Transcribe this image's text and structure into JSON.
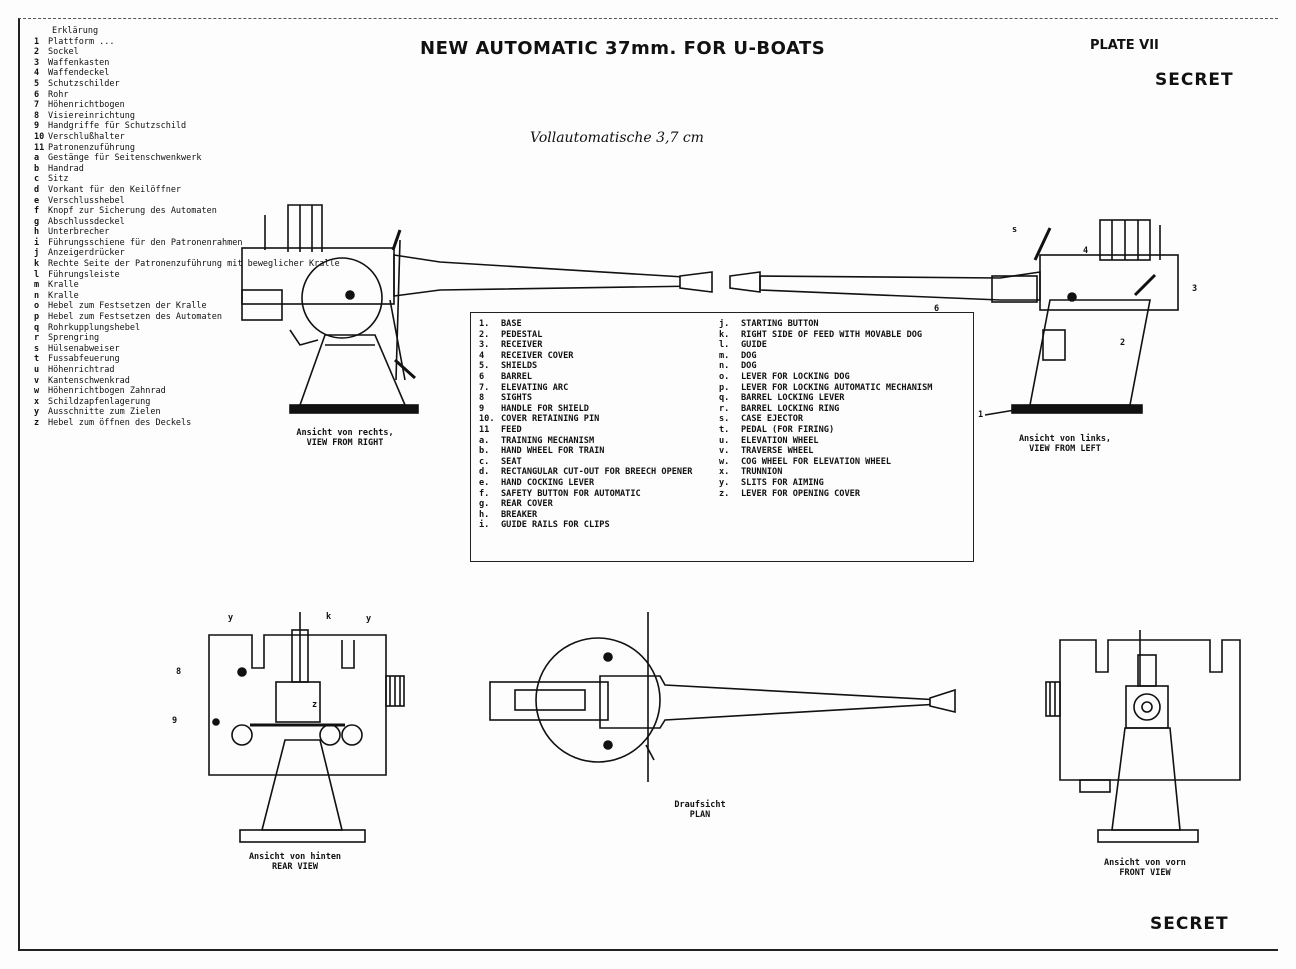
{
  "title": "NEW AUTOMATIC 37mm. FOR U-BOATS",
  "plate": "PLATE VII",
  "secret_top": "SECRET",
  "secret_bottom": "SECRET",
  "subtitle": "Vollautomatische 3,7 cm",
  "german_legend": {
    "header": "Erklärung",
    "items": [
      {
        "key": "1",
        "text": "Plattform ..."
      },
      {
        "key": "2",
        "text": "Sockel"
      },
      {
        "key": "3",
        "text": "Waffenkasten"
      },
      {
        "key": "4",
        "text": "Waffendeckel"
      },
      {
        "key": "5",
        "text": "Schutzschilder"
      },
      {
        "key": "6",
        "text": "Rohr"
      },
      {
        "key": "7",
        "text": "Höhenrichtbogen"
      },
      {
        "key": "8",
        "text": "Visiereinrichtung"
      },
      {
        "key": "9",
        "text": "Handgriffe für Schutzschild"
      },
      {
        "key": "10",
        "text": "Verschlußhalter"
      },
      {
        "key": "11",
        "text": "Patronenzuführung"
      },
      {
        "key": "a",
        "text": "Gestänge für Seitenschwenkwerk"
      },
      {
        "key": "b",
        "text": "Handrad"
      },
      {
        "key": "c",
        "text": "Sitz"
      },
      {
        "key": "d",
        "text": "Vorkant für den Keilöffner"
      },
      {
        "key": "e",
        "text": "Verschlusshebel"
      },
      {
        "key": "f",
        "text": "Knopf zur Sicherung des Automaten"
      },
      {
        "key": "g",
        "text": "Abschlussdeckel"
      },
      {
        "key": "h",
        "text": "Unterbrecher"
      },
      {
        "key": "i",
        "text": "Führungsschiene für den Patronenrahmen"
      },
      {
        "key": "j",
        "text": "Anzeigerdrücker"
      },
      {
        "key": "k",
        "text": "Rechte Seite der Patronenzuführung mit beweglicher Kralle"
      },
      {
        "key": "l",
        "text": "Führungsleiste"
      },
      {
        "key": "m",
        "text": "Kralle"
      },
      {
        "key": "n",
        "text": "Kralle"
      },
      {
        "key": "o",
        "text": "Hebel zum Festsetzen der Kralle"
      },
      {
        "key": "p",
        "text": "Hebel zum Festsetzen des Automaten"
      },
      {
        "key": "q",
        "text": "Rohrkupplungshebel"
      },
      {
        "key": "r",
        "text": "Sprengring"
      },
      {
        "key": "s",
        "text": "Hülsenabweiser"
      },
      {
        "key": "t",
        "text": "Fussabfeuerung"
      },
      {
        "key": "u",
        "text": "Höhenrichtrad"
      },
      {
        "key": "v",
        "text": "Kantenschwenkrad"
      },
      {
        "key": "w",
        "text": "Höhenrichtbogen Zahnrad"
      },
      {
        "key": "x",
        "text": "Schildzapfenlagerung"
      },
      {
        "key": "y",
        "text": "Ausschnitte zum Zielen"
      },
      {
        "key": "z",
        "text": "Hebel zum öffnen des Deckels"
      }
    ]
  },
  "english_legend": {
    "col1": [
      {
        "key": "1.",
        "text": "BASE"
      },
      {
        "key": "2.",
        "text": "PEDESTAL"
      },
      {
        "key": "3.",
        "text": "RECEIVER"
      },
      {
        "key": "4",
        "text": "RECEIVER COVER"
      },
      {
        "key": "5.",
        "text": "SHIELDS"
      },
      {
        "key": "6",
        "text": "BARREL"
      },
      {
        "key": "7.",
        "text": "ELEVATING ARC"
      },
      {
        "key": "8",
        "text": "SIGHTS"
      },
      {
        "key": "9",
        "text": "HANDLE FOR SHIELD"
      },
      {
        "key": "10.",
        "text": "COVER RETAINING PIN"
      },
      {
        "key": "11",
        "text": "FEED"
      },
      {
        "key": "a.",
        "text": "TRAINING MECHANISM"
      },
      {
        "key": "b.",
        "text": "HAND WHEEL FOR TRAIN"
      },
      {
        "key": "c.",
        "text": "SEAT"
      },
      {
        "key": "d.",
        "text": "RECTANGULAR CUT-OUT FOR BREECH OPENER"
      },
      {
        "key": "e.",
        "text": "HAND COCKING LEVER"
      },
      {
        "key": "f.",
        "text": "SAFETY BUTTON FOR AUTOMATIC"
      },
      {
        "key": "g.",
        "text": "REAR COVER"
      },
      {
        "key": "h.",
        "text": "BREAKER"
      },
      {
        "key": "i.",
        "text": "GUIDE RAILS FOR CLIPS"
      }
    ],
    "col2": [
      {
        "key": "j.",
        "text": "STARTING BUTTON"
      },
      {
        "key": "k.",
        "text": "RIGHT SIDE OF FEED WITH MOVABLE DOG"
      },
      {
        "key": "l.",
        "text": "GUIDE"
      },
      {
        "key": "m.",
        "text": "DOG"
      },
      {
        "key": "n.",
        "text": "DOG"
      },
      {
        "key": "o.",
        "text": "LEVER FOR LOCKING DOG"
      },
      {
        "key": "p.",
        "text": "LEVER FOR LOCKING AUTOMATIC MECHANISM"
      },
      {
        "key": "q.",
        "text": "BARREL LOCKING LEVER"
      },
      {
        "key": "r.",
        "text": "BARREL LOCKING RING"
      },
      {
        "key": "s.",
        "text": "CASE EJECTOR"
      },
      {
        "key": "t.",
        "text": "PEDAL (FOR FIRING)"
      },
      {
        "key": "u.",
        "text": "ELEVATION WHEEL"
      },
      {
        "key": "v.",
        "text": "TRAVERSE WHEEL"
      },
      {
        "key": "w.",
        "text": "COG WHEEL FOR ELEVATION WHEEL"
      },
      {
        "key": "x.",
        "text": "TRUNNION"
      },
      {
        "key": "y.",
        "text": "SLITS FOR AIMING"
      },
      {
        "key": "z.",
        "text": "LEVER FOR OPENING COVER"
      }
    ]
  },
  "captions": {
    "right": {
      "de": "Ansicht von rechts,",
      "en": "VIEW FROM RIGHT"
    },
    "left": {
      "de": "Ansicht von links,",
      "en": "VIEW FROM LEFT"
    },
    "rear": {
      "de": "Ansicht von hinten",
      "en": "REAR VIEW"
    },
    "plan": {
      "de": "Draufsicht",
      "en": "PLAN"
    },
    "front": {
      "de": "Ansicht von vorn",
      "en": "FRONT VIEW"
    }
  },
  "callouts": {
    "y": "y",
    "k": "k",
    "8": "8",
    "9": "9",
    "z": "z",
    "s": "s",
    "6": "6",
    "4": "4",
    "3": "3",
    "2": "2",
    "1": "1"
  }
}
